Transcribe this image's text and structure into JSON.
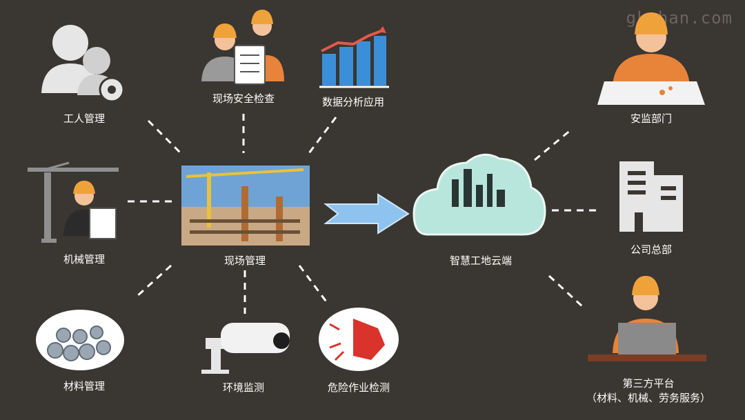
{
  "watermark": "gkzhan.com",
  "nodes": {
    "worker": "工人管理",
    "safety": "现场安全检查",
    "data": "数据分析应用",
    "machine": "机械管理",
    "site": "现场管理",
    "material": "材料管理",
    "environment": "环境监测",
    "danger": "危险作业检测",
    "cloud": "智慧工地云端",
    "supervision": "安监部门",
    "hq": "公司总部",
    "thirdparty": "第三方平台",
    "thirdparty_sub": "（材料、机械、劳务服务）"
  },
  "colors": {
    "background": "#3a3631",
    "text": "#ffffff",
    "helmet": "#f0a23a",
    "accent_blue": "#3b8fd9",
    "cloud": "#b9e6dc",
    "arrow": "#8ec3ef",
    "danger": "#d9332b"
  }
}
